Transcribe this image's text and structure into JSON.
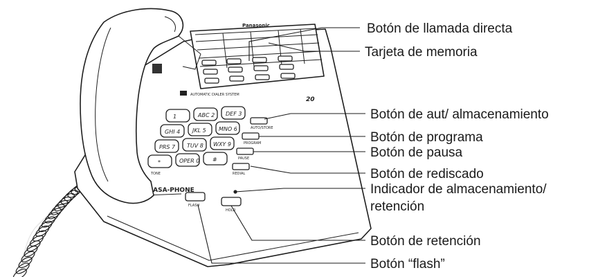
{
  "labels": {
    "direct_call_button": "Botón de llamada directa",
    "memory_card": "Tarjeta de memoria",
    "auto_store_button": "Botón de aut/ almacenamiento",
    "program_button": "Botón de programa",
    "pause_button": "Botón de pausa",
    "redial_button": "Botón de rediscado",
    "store_hold_indicator_line1": "Indicador de almacenamiento/",
    "store_hold_indicator_line2": "retención",
    "hold_button": "Botón de retención",
    "flash_button": "Botón “flash”"
  },
  "device_text": {
    "brand": "Panasonic",
    "logo": "EASA-PHONE",
    "dialer": "AUTOMATIC DIALER SYSTEM",
    "model": "20",
    "tone": "TONE",
    "flash": "FLASH",
    "hold": "HOLD",
    "auto_store": "AUTO/STORE",
    "program": "PROGRAM",
    "pause": "PAUSE",
    "redial": "REDIAL"
  },
  "keypad": [
    "1",
    "ABC 2",
    "DEF 3",
    "GHI 4",
    "JKL 5",
    "MNO 6",
    "PRS 7",
    "TUV 8",
    "WXY 9",
    "*",
    "OPER 0",
    "#"
  ]
}
